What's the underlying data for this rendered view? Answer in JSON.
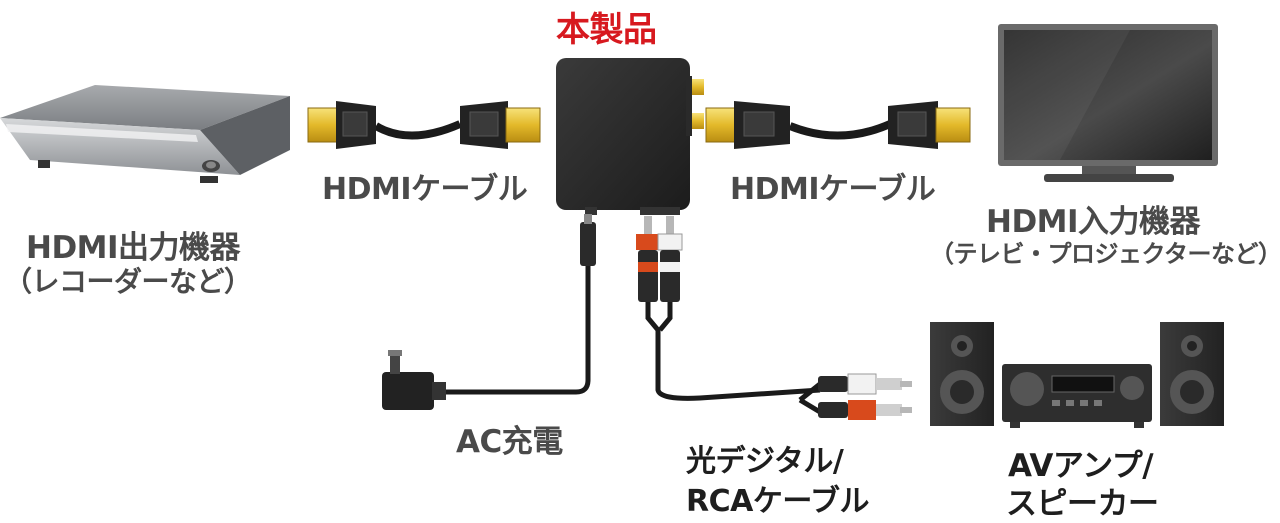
{
  "labels": {
    "product": "本製品",
    "hdmi_cable_left": "HDMIケーブル",
    "hdmi_cable_right": "HDMIケーブル",
    "source_device": "HDMI出力機器",
    "source_device_note": "（レコーダーなど）",
    "sink_device": "HDMI入力機器",
    "sink_device_note": "（テレビ・プロジェクターなど）",
    "ac_power": "AC充電",
    "audio_cable_line1": "光デジタル/",
    "audio_cable_line2": "RCAケーブル",
    "amp_line1": "AVアンプ/",
    "amp_line2": "スピーカー"
  },
  "colors": {
    "product_label": "#d7191f",
    "label_text": "#4a4a4a",
    "dark_label_text": "#1e1e1e",
    "hdmi_gold": "#e8c437",
    "rca_red": "#d84a1c",
    "rca_white": "#f2f2f2",
    "device_body": "#2f2f2f"
  }
}
